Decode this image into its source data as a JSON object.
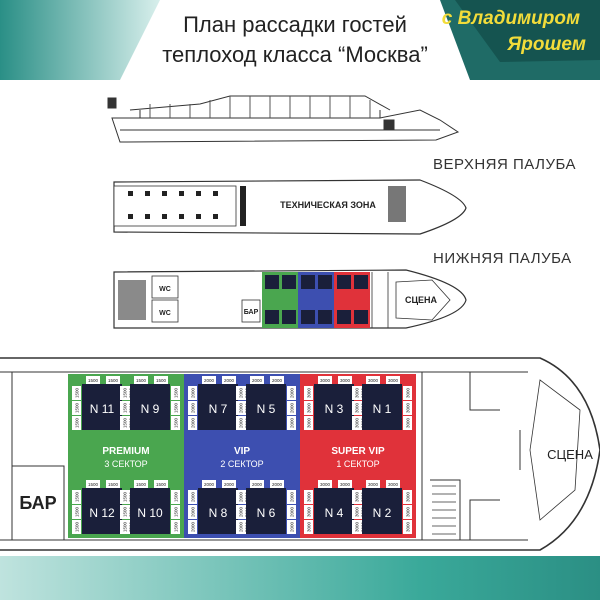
{
  "header": {
    "title_line1": "План рассадки гостей",
    "title_line2": "теплоход класса “Москва”",
    "brand_line1": "с Владимиром",
    "brand_line2": "Ярошем"
  },
  "decks": {
    "upper_label": "ВЕРХНЯЯ ПАЛУБА",
    "lower_label": "НИЖНЯЯ ПАЛУБА",
    "tech_zone": "ТЕХНИЧЕСКАЯ ЗОНА",
    "wc": "WC",
    "bar_small": "БАР",
    "stage_small": "СЦЕНА"
  },
  "plan": {
    "bar": "БАР",
    "stage": "СЦЕНА",
    "colors": {
      "premium": "#4aa64f",
      "vip": "#3d4fb0",
      "super_vip": "#e0323a",
      "table": "#1a1f3a"
    },
    "sectors": [
      {
        "id": "premium",
        "name": "PREMIUM",
        "sector": "3 СЕКТОР",
        "price": "1500",
        "tables": [
          "N 11",
          "N 9",
          "N 12",
          "N 10"
        ]
      },
      {
        "id": "vip",
        "name": "VIP",
        "sector": "2 СЕКТОР",
        "price": "2000",
        "tables": [
          "N 7",
          "N 5",
          "N 8",
          "N 6"
        ]
      },
      {
        "id": "super_vip",
        "name": "SUPER VIP",
        "sector": "1 СЕКТОР",
        "price": "3000",
        "tables": [
          "N 3",
          "N 1",
          "N 4",
          "N 2"
        ]
      }
    ]
  }
}
